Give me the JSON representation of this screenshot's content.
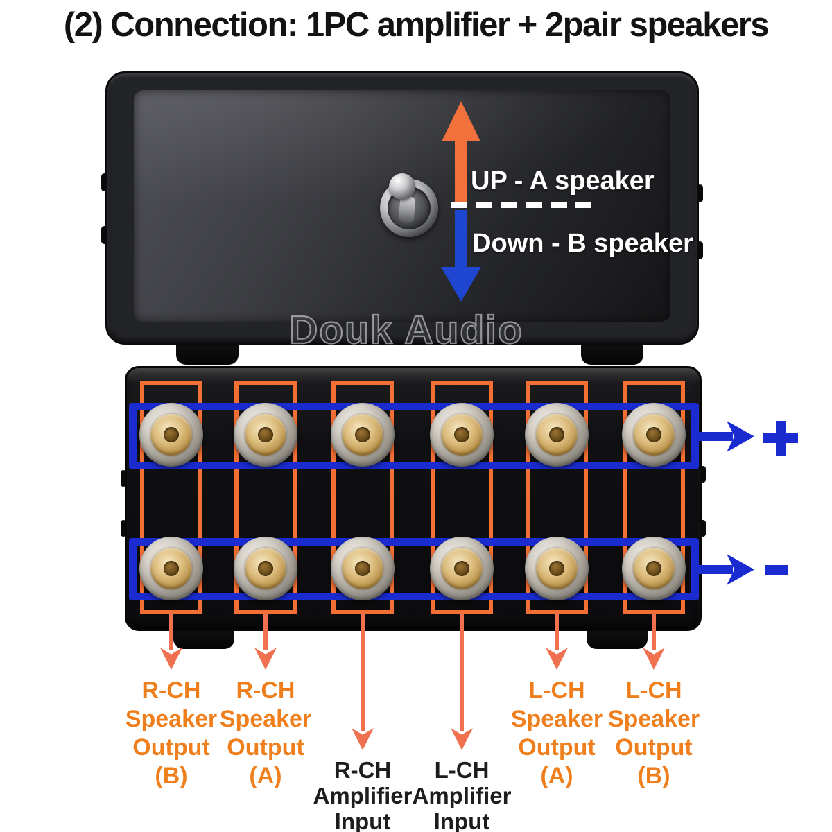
{
  "title": "(2) Connection: 1PC amplifier + 2pair speakers",
  "front_panel": {
    "watermark": "Douk Audio",
    "switch_up_label": "UP - A speaker",
    "switch_down_label": "Down - B speaker"
  },
  "rear_panel": {
    "plus_symbol": "+",
    "minus_symbol": "-"
  },
  "connection_labels": [
    {
      "lines": [
        "R-CH",
        "Speaker",
        "Output",
        "(B)"
      ]
    },
    {
      "lines": [
        "R-CH",
        "Speaker",
        "Output",
        "(A)"
      ]
    },
    {
      "lines": [
        "R-CH",
        "Amplifier",
        "Input"
      ]
    },
    {
      "lines": [
        "L-CH",
        "Amplifier",
        "Input"
      ]
    },
    {
      "lines": [
        "L-CH",
        "Speaker",
        "Output",
        "(A)"
      ]
    },
    {
      "lines": [
        "L-CH",
        "Speaker",
        "Output",
        "(B)"
      ]
    }
  ],
  "colors": {
    "label_orange": "#EF7F1C",
    "lead_arrow_salmon": "#EF7150",
    "column_outline_orange": "#F46F33",
    "wiring_blue": "#1A2BD0",
    "switch_up_arrow_orange": "#F2703C",
    "switch_down_arrow_blue": "#1E46D0",
    "label_black": "#1D1D1D"
  }
}
